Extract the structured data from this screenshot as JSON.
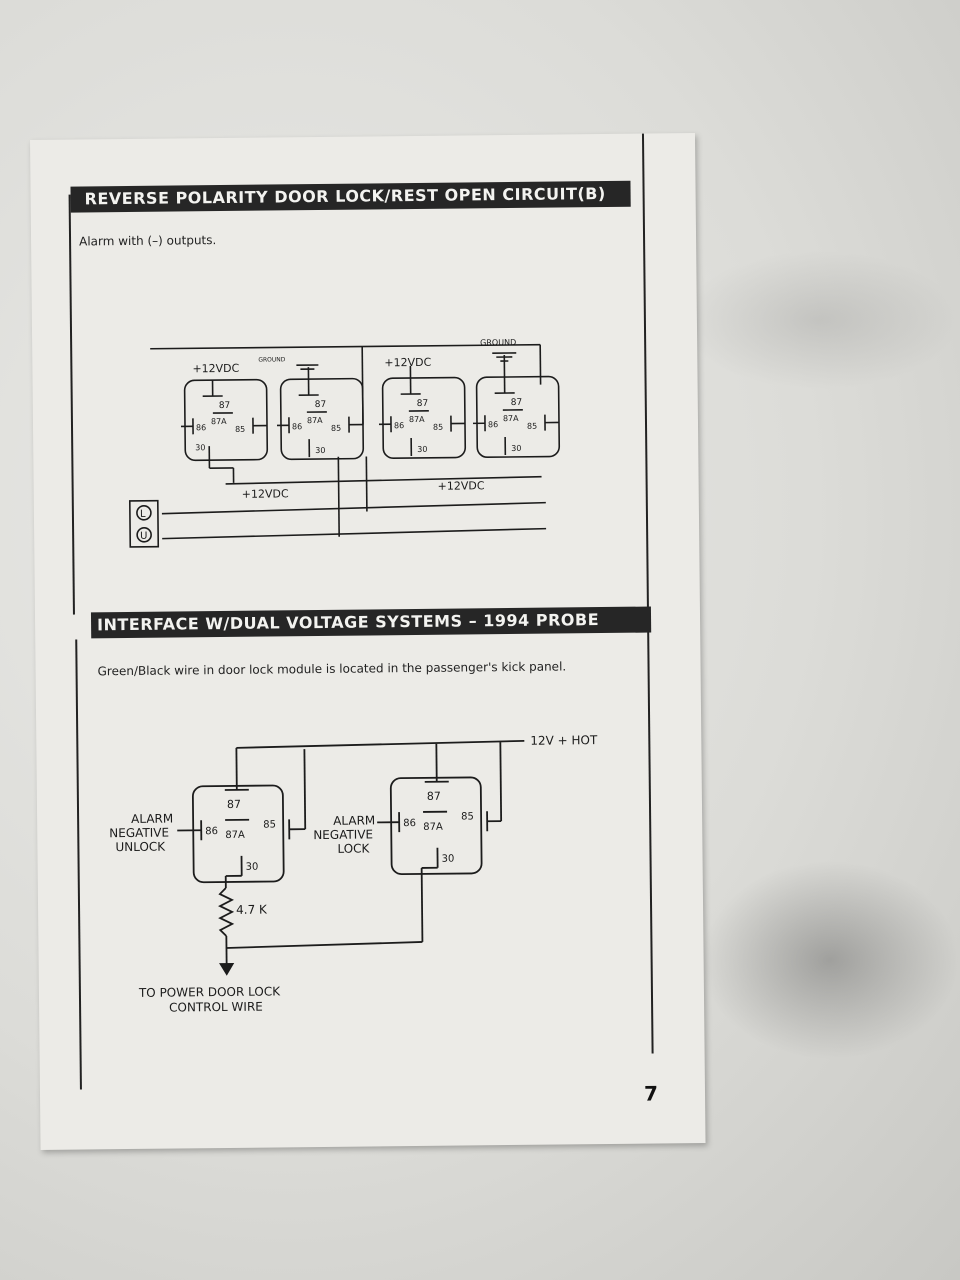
{
  "section_1": {
    "title": "REVERSE POLARITY DOOR LOCK/REST OPEN CIRCUIT(B)",
    "note": "Alarm with (–) outputs.",
    "supply_labels": [
      "+12VDC",
      "+12VDC",
      "+12VDC",
      "+12VDC"
    ],
    "ground_labels": [
      "GROUND",
      "GROUND"
    ],
    "relay_pins": {
      "p87": "87",
      "p87a": "87A",
      "p86": "86",
      "p85": "85",
      "p30": "30"
    },
    "switch_labels": [
      "L",
      "U"
    ]
  },
  "section_2": {
    "title": "INTERFACE W/DUAL VOLTAGE SYSTEMS – 1994 PROBE",
    "note": "Green/Black wire in door lock module is located in the passenger's kick panel.",
    "hot_label": "12V + HOT",
    "unlock_label": [
      "ALARM",
      "NEGATIVE",
      "UNLOCK"
    ],
    "lock_label": [
      "ALARM",
      "NEGATIVE",
      "LOCK"
    ],
    "resistor_label": "4.7 K",
    "output_label": [
      "TO POWER DOOR LOCK",
      "CONTROL WIRE"
    ],
    "relay_pins": {
      "p87": "87",
      "p87a": "87A",
      "p86": "86",
      "p85": "85",
      "p30": "30"
    }
  },
  "page_number": "7",
  "colors": {
    "ink": "#1c1c1c",
    "banner": "#262626",
    "paper": "#ecebe7"
  }
}
